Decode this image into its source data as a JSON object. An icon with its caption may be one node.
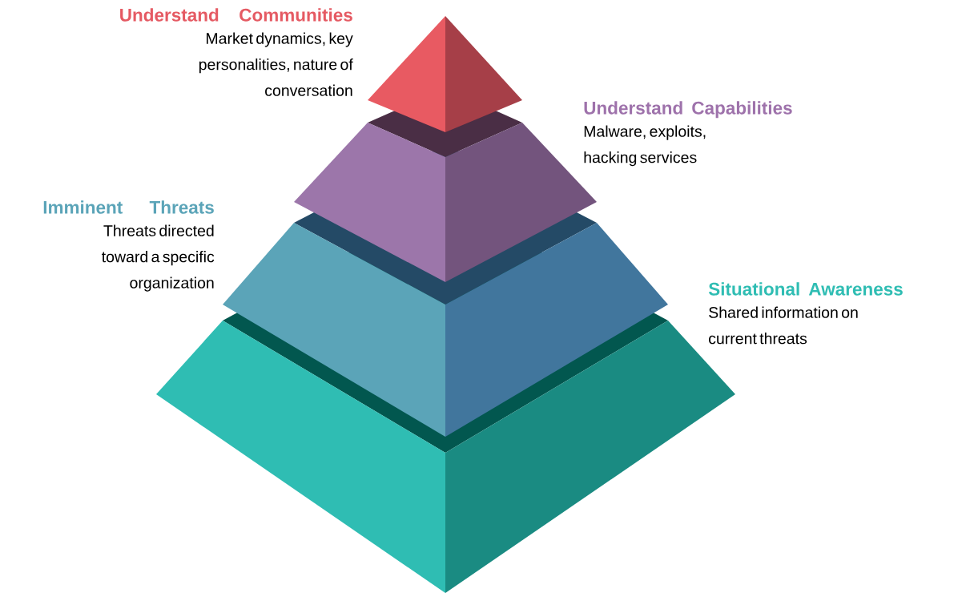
{
  "diagram": {
    "nodes": [
      {
        "text": [
          "Understand Communities",
          "Market dynamics, key personalities, nature of conversation"
        ]
      },
      {
        "text": [
          "Understand Capabilities",
          "Malware, exploits, hacking services"
        ]
      },
      {
        "text": [
          "Imminent Threats",
          "Threats directed toward a specific organization"
        ]
      },
      {
        "text": [
          "Situational Awareness",
          "Shared information on current threats"
        ]
      }
    ]
  }
}
